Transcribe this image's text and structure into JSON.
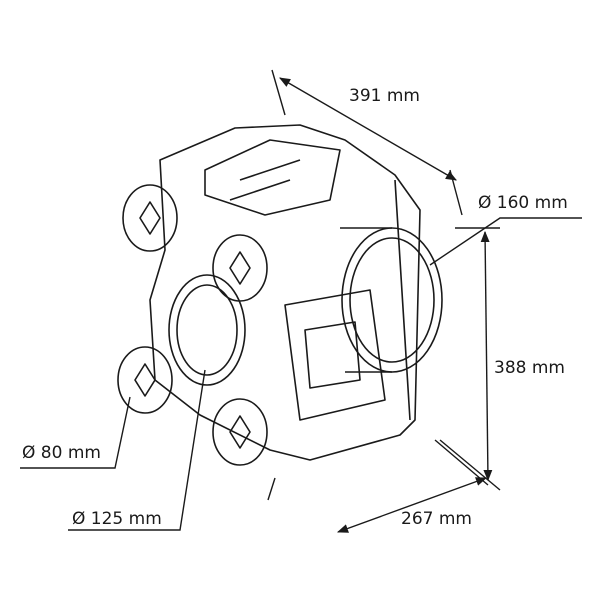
{
  "dimensions": {
    "width": "391 mm",
    "height": "388 mm",
    "depth": "267 mm",
    "main_duct_diameter": "Ø 160 mm",
    "small_duct_diameter": "Ø 80 mm",
    "medium_duct_diameter": "Ø 125 mm"
  },
  "colors": {
    "line": "#1a1a1a",
    "background": "#ffffff"
  }
}
